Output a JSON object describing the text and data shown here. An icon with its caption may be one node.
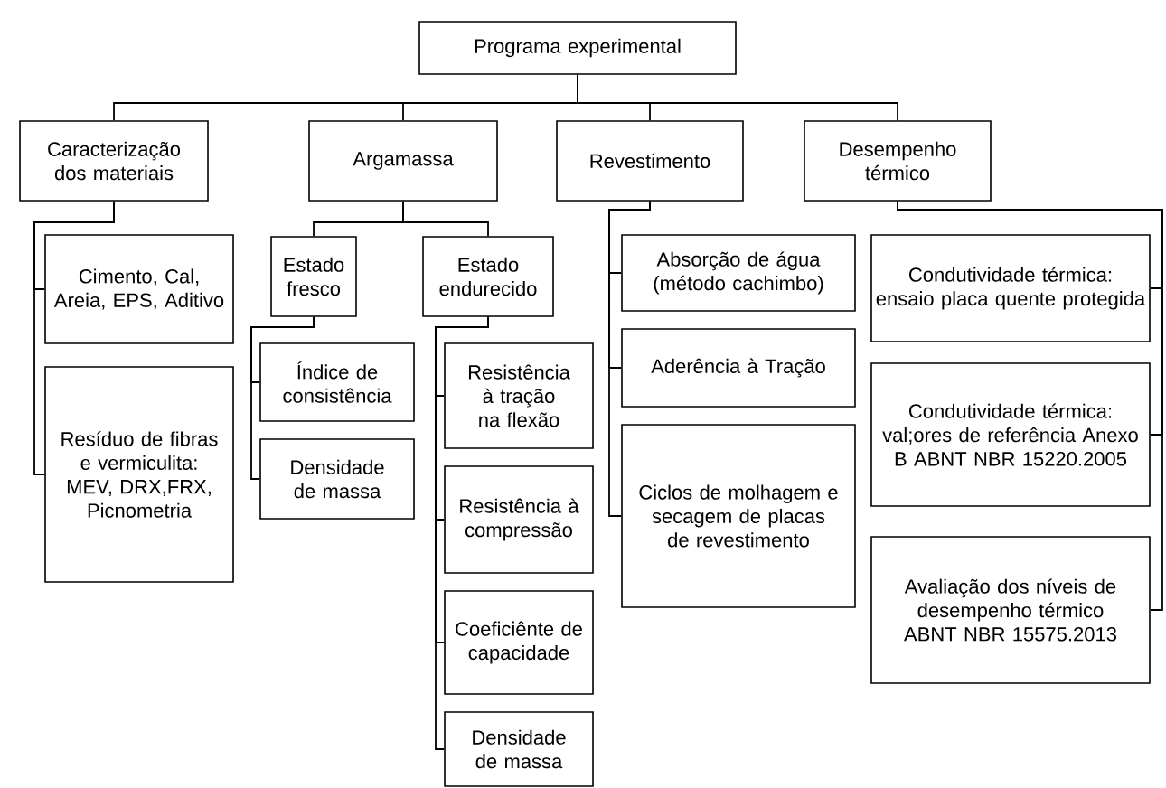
{
  "diagram": {
    "nodes": [
      {
        "text": [
          "Programa experimental"
        ]
      },
      {
        "text": [
          "Caracterização dos materiais"
        ]
      },
      {
        "text": [
          "Argamassa"
        ]
      },
      {
        "text": [
          "Revestimento"
        ]
      },
      {
        "text": [
          "Desempenho térmico"
        ]
      },
      {
        "text": [
          "Cimento, Cal, Areia, EPS, Aditivo"
        ]
      },
      {
        "text": [
          "Resíduo de fibras e vermiculita: MEV, DRX,FRX, Picnometria"
        ]
      },
      {
        "text": [
          "Estado fresco"
        ]
      },
      {
        "text": [
          "Estado endurecido"
        ]
      },
      {
        "text": [
          "Índice de consistência"
        ]
      },
      {
        "text": [
          "Densidade de massa"
        ]
      },
      {
        "text": [
          "Resistência à tração na flexão"
        ]
      },
      {
        "text": [
          "Resistência à compressão"
        ]
      },
      {
        "text": [
          "Coeficiênte de capacidade"
        ]
      },
      {
        "text": [
          "Densidade de massa"
        ]
      },
      {
        "text": [
          "Absorção de água (método cachimbo)"
        ]
      },
      {
        "text": [
          "Aderência à Tração"
        ]
      },
      {
        "text": [
          "Ciclos de molhagem e secagem de placas de revestimento"
        ]
      },
      {
        "text": [
          "Condutividade térmica: ensaio placa quente protegida"
        ]
      },
      {
        "text": [
          "Condutividade térmica: val;ores de referência Anexo B ABNT NBR 15220.2005"
        ]
      },
      {
        "text": [
          "Avaliação dos níveis de desempenho térmico ABNT NBR 15575.2013"
        ]
      }
    ],
    "edges": [
      {
        "from": 0,
        "to": 1,
        "arrow": "none"
      },
      {
        "from": 0,
        "to": 2,
        "arrow": "none"
      },
      {
        "from": 0,
        "to": 3,
        "arrow": "none"
      },
      {
        "from": 0,
        "to": 4,
        "arrow": "none"
      },
      {
        "from": 1,
        "to": 5,
        "arrow": "none"
      },
      {
        "from": 1,
        "to": 6,
        "arrow": "none"
      },
      {
        "from": 2,
        "to": 7,
        "arrow": "none"
      },
      {
        "from": 2,
        "to": 8,
        "arrow": "none"
      },
      {
        "from": 7,
        "to": 9,
        "arrow": "none"
      },
      {
        "from": 7,
        "to": 10,
        "arrow": "none"
      },
      {
        "from": 8,
        "to": 11,
        "arrow": "none"
      },
      {
        "from": 8,
        "to": 12,
        "arrow": "none"
      },
      {
        "from": 8,
        "to": 13,
        "arrow": "none"
      },
      {
        "from": 8,
        "to": 14,
        "arrow": "none"
      },
      {
        "from": 3,
        "to": 15,
        "arrow": "none"
      },
      {
        "from": 3,
        "to": 16,
        "arrow": "none"
      },
      {
        "from": 3,
        "to": 17,
        "arrow": "none"
      },
      {
        "from": 4,
        "to": 18,
        "arrow": "none"
      },
      {
        "from": 4,
        "to": 19,
        "arrow": "none"
      },
      {
        "from": 4,
        "to": 20,
        "arrow": "none"
      }
    ]
  }
}
